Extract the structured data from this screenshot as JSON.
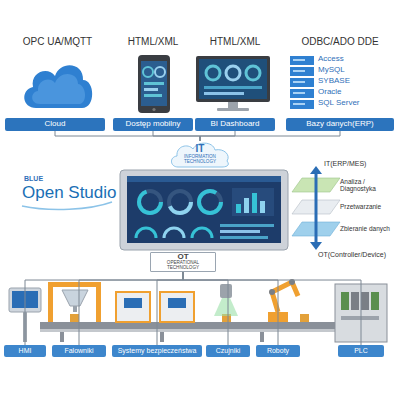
{
  "diagram": {
    "nodes": [
      {
        "text": [
          "Cloud"
        ]
      },
      {
        "text": [
          "Dostęp mobilny"
        ]
      },
      {
        "text": [
          "BI Dashboard"
        ]
      },
      {
        "text": [
          "Bazy danych(ERP)"
        ]
      },
      {
        "text": [
          "IT",
          "INFORMATION TECHNOLOGY"
        ]
      },
      {
        "text": [
          "OT",
          "OPERATIONAL TECHNOLOGY"
        ]
      },
      {
        "text": [
          "HMI"
        ]
      },
      {
        "text": [
          "Falowniki"
        ]
      },
      {
        "text": [
          "Systemy bezpieczeństwa"
        ]
      },
      {
        "text": [
          "Czujniki"
        ]
      },
      {
        "text": [
          "Roboty"
        ]
      },
      {
        "text": [
          "PLC"
        ]
      }
    ],
    "edges": [
      {
        "from": 0,
        "to": 4,
        "arrow": "none"
      },
      {
        "from": 1,
        "to": 4,
        "arrow": "none"
      },
      {
        "from": 2,
        "to": 4,
        "arrow": "none"
      },
      {
        "from": 3,
        "to": 4,
        "arrow": "none"
      },
      {
        "from": 5,
        "to": 6,
        "arrow": "none"
      },
      {
        "from": 5,
        "to": 7,
        "arrow": "none"
      },
      {
        "from": 5,
        "to": 8,
        "arrow": "none"
      },
      {
        "from": 5,
        "to": 9,
        "arrow": "none"
      },
      {
        "from": 5,
        "to": 10,
        "arrow": "none"
      },
      {
        "from": 5,
        "to": 11,
        "arrow": "none"
      }
    ],
    "labels": [
      "OPC UA/MQTT",
      "HTML/XML",
      "HTML/XML",
      "ODBC/ADO DDE",
      "Access",
      "MySQL",
      "SYBASE",
      "Oracle",
      "SQL Server",
      "BLUE",
      "Open Studio",
      "IT(ERP/MES)",
      "Analiza / Diagnostyka",
      "Przetwarzanie",
      "Zbieranie danych",
      "OT(Controller/Device)"
    ]
  }
}
